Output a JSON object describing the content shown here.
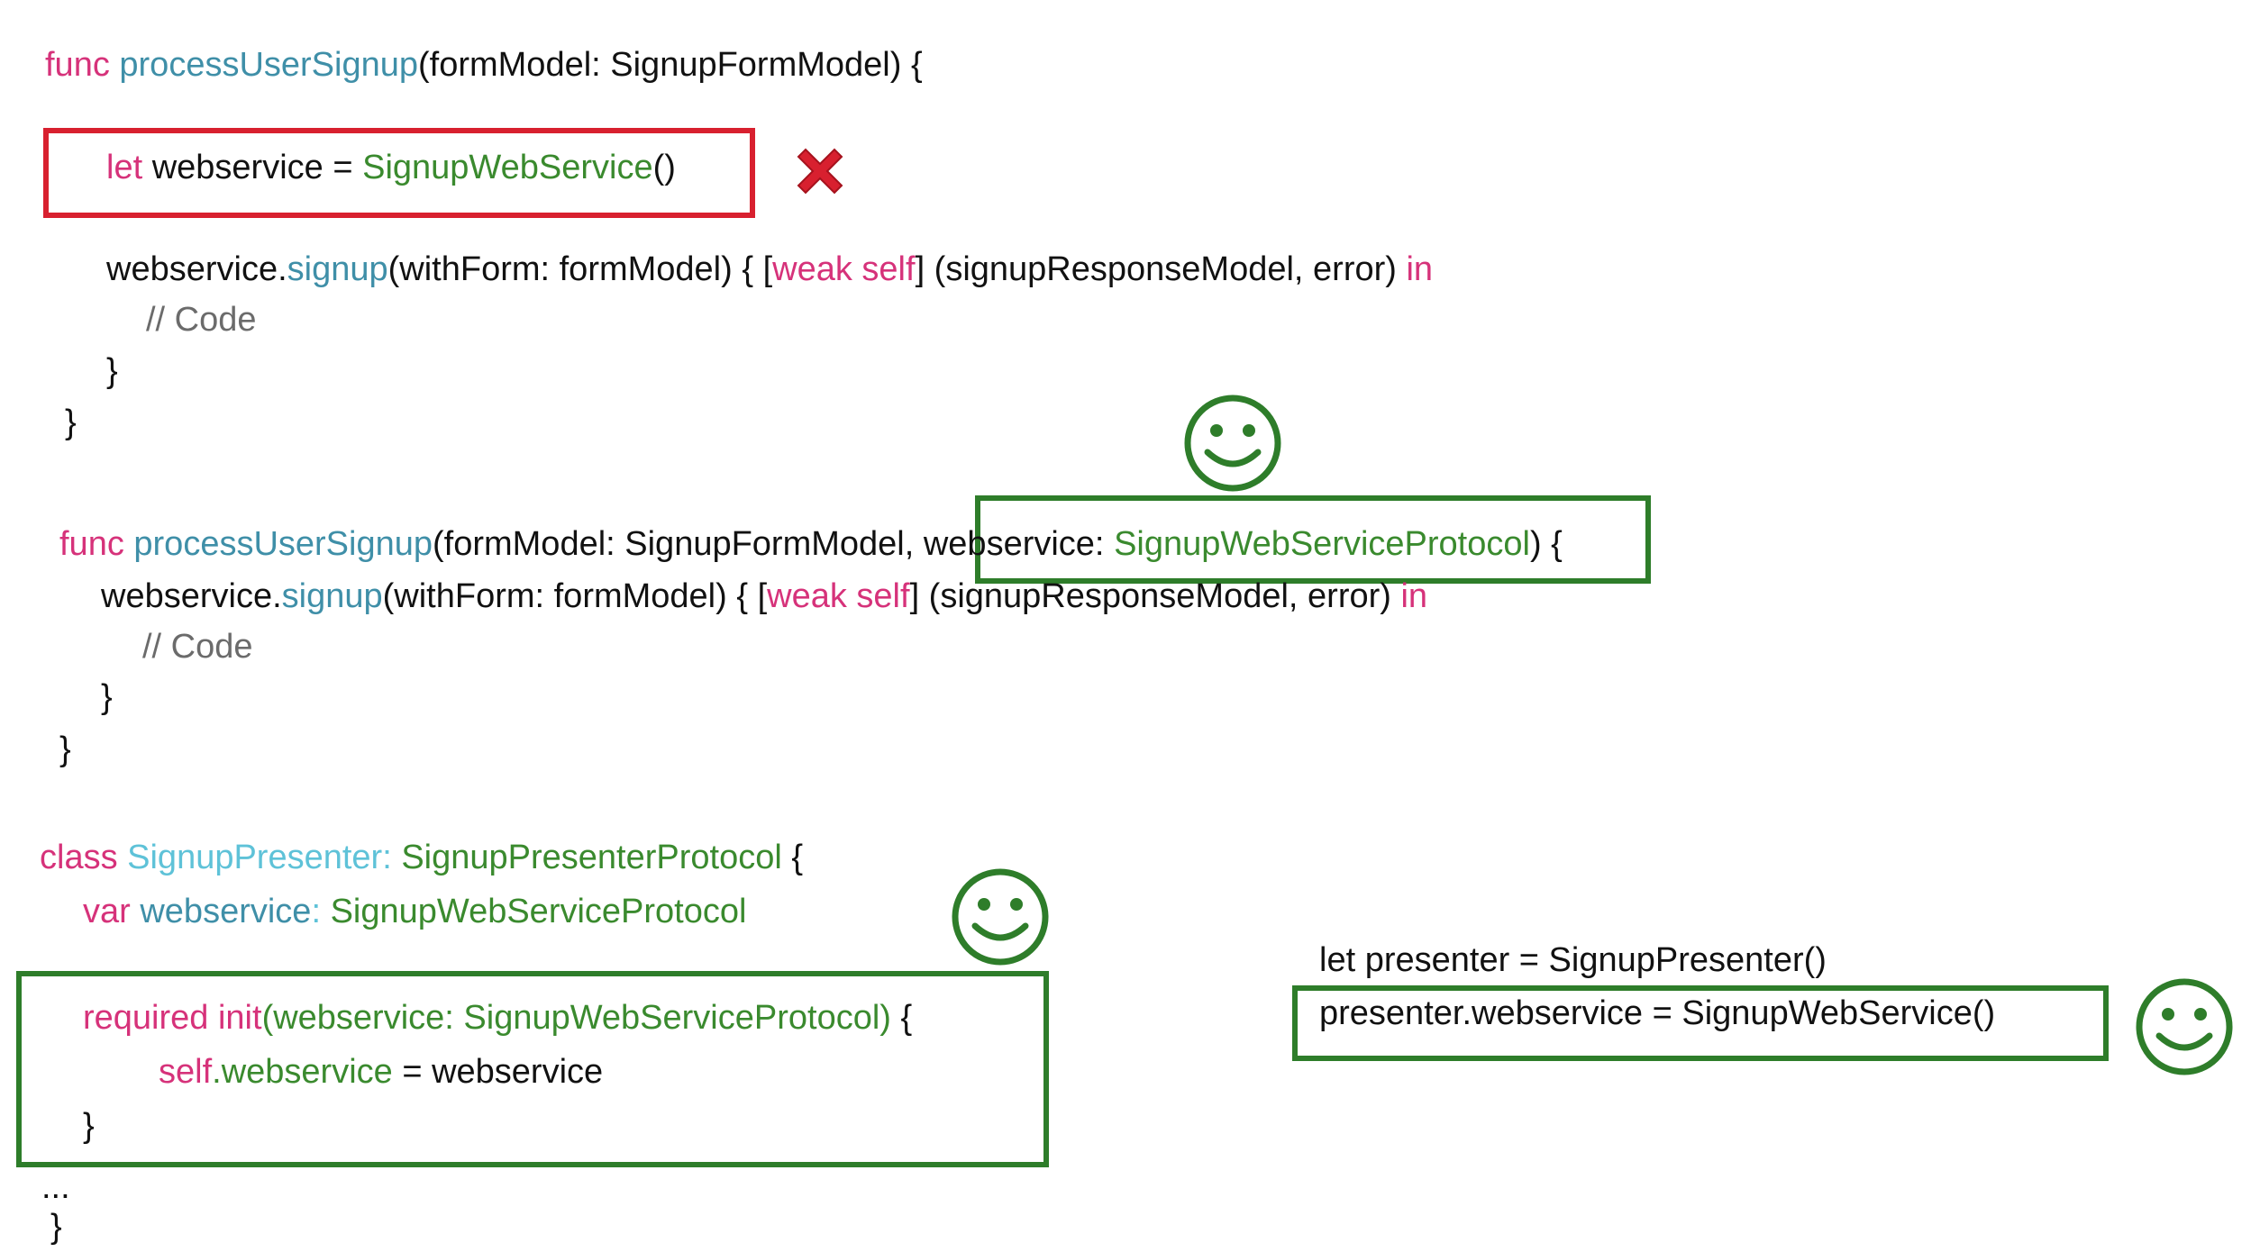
{
  "colors": {
    "keyword": "#d6327a",
    "function_name": "#3f8fa8",
    "type_name": "#3a8a2e",
    "class_name": "#5ec2d8",
    "comment": "#6b6b6b",
    "bad_box": "#d8202f",
    "good_box": "#2e7d2a"
  },
  "block1": {
    "l1": {
      "kw": "func",
      "fn": "processUserSignup",
      "rest": "(formModel: SignupFormModel) {"
    },
    "l2": {
      "kw": "let",
      "plain": " webservice = ",
      "ty": "SignupWebService",
      "rest": "()"
    },
    "l3": {
      "a": "webservice.",
      "fn": "signup",
      "b": "(withForm: formModel) { [",
      "kw": "weak self",
      "c": "] (signupResponseModel, error) ",
      "kw2": "in"
    },
    "l4": {
      "cm": "// Code"
    },
    "l5": "}",
    "l6": "}",
    "mark_icon": "red-x-icon"
  },
  "block2": {
    "l1": {
      "kw": "func",
      "fn": "processUserSignup",
      "a": "(formModel: SignupFormModel, ",
      "b": "webservice: ",
      "ty": "SignupWebServiceProtocol",
      "c": ") {"
    },
    "l2": {
      "a": "webservice.",
      "fn": "signup",
      "b": "(withForm: formModel) { [",
      "kw": "weak self",
      "c": "] (signupResponseModel, error) ",
      "kw2": "in"
    },
    "l3": {
      "cm": "// Code"
    },
    "l4": "}",
    "l5": "}",
    "mark_icon": "smiley-icon"
  },
  "block3": {
    "l1": {
      "kw": "class",
      "cls": "SignupPresenter: ",
      "ty": "SignupPresenterProtocol",
      "rest": " {"
    },
    "l2": {
      "kw": "var",
      "fn": "webservice",
      "colon": ": ",
      "ty": "SignupWebServiceProtocol"
    },
    "l3": {
      "kw": "required",
      "kw2": "init",
      "ty": "(webservice: SignupWebServiceProtocol)",
      "rest": " {"
    },
    "l4": {
      "kw": "self",
      "ty": ".webservice",
      "rest": " = webservice"
    },
    "l5": "}",
    "l6": "...",
    "l7": "}",
    "mark_icon": "smiley-icon"
  },
  "block4": {
    "l1": "let presenter = SignupPresenter()",
    "l2": "presenter.webservice = SignupWebService()",
    "mark_icon": "smiley-icon"
  }
}
